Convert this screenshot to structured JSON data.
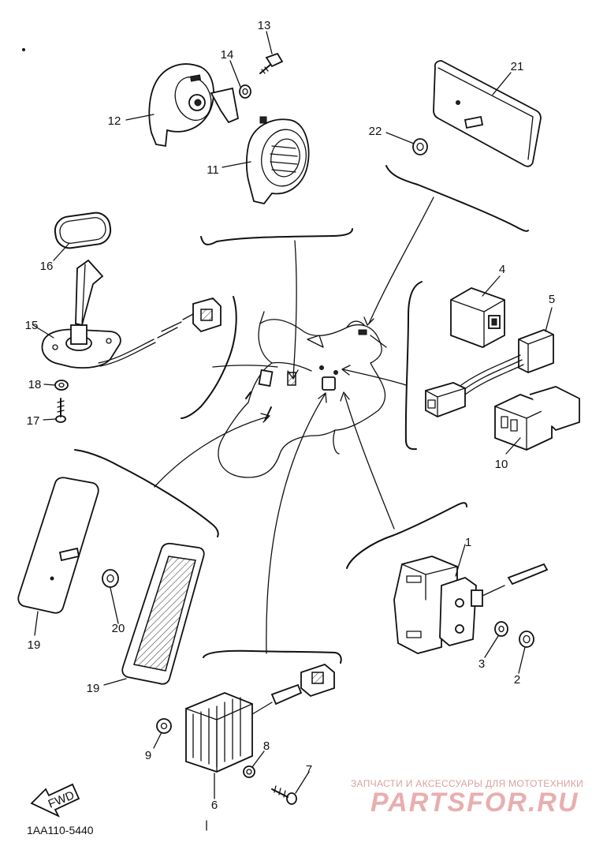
{
  "diagram": {
    "code": "1AA110-5440",
    "fwd_label": "FWD",
    "labels": {
      "p1": "1",
      "p2": "2",
      "p3": "3",
      "p4": "4",
      "p5": "5",
      "p6": "6",
      "p7": "7",
      "p8": "8",
      "p9": "9",
      "p10": "10",
      "p11": "11",
      "p12": "12",
      "p13": "13",
      "p14": "14",
      "p15": "15",
      "p16": "16",
      "p17": "17",
      "p18": "18",
      "p19a": "19",
      "p19b": "19",
      "p20": "20",
      "p21": "21",
      "p22": "22"
    }
  },
  "watermark": {
    "line1": "ЗАПЧАСТИ И АКСЕССУАРЫ ДЛЯ МОТОТЕХНИКИ",
    "line2": "PARTSFOR.RU"
  }
}
